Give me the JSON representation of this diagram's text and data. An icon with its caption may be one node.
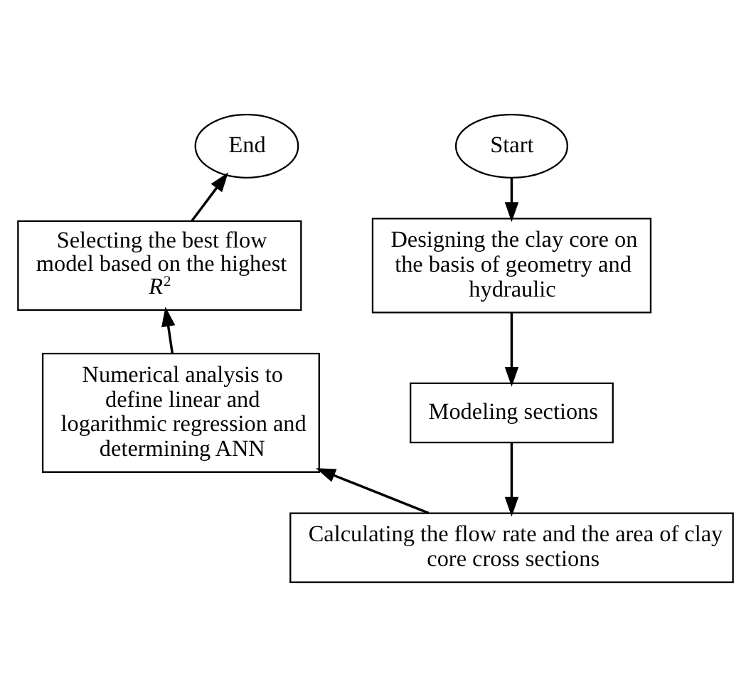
{
  "diagram": {
    "nodes": [
      {
        "text": [
          "End"
        ]
      },
      {
        "text": [
          "Start"
        ]
      },
      {
        "text": [
          "Selecting the best flow model based on the highest *R*$^{2}$"
        ]
      },
      {
        "text": [
          "Designing the clay core on the basis of geometry and hydraulic"
        ]
      },
      {
        "text": [
          "Numerical analysis to define linear and logarithmic regression and determining ANN"
        ]
      },
      {
        "text": [
          "Modeling sections"
        ]
      },
      {
        "text": [
          "Calculating the flow rate and the area of clay core cross sections"
        ]
      }
    ],
    "edges": [
      {
        "from": 1,
        "to": 3,
        "arrow": "to"
      },
      {
        "from": 3,
        "to": 5,
        "arrow": "to"
      },
      {
        "from": 5,
        "to": 6,
        "arrow": "to"
      },
      {
        "from": 6,
        "to": 4,
        "arrow": "to"
      },
      {
        "from": 4,
        "to": 2,
        "arrow": "to"
      },
      {
        "from": 2,
        "to": 0,
        "arrow": "to"
      }
    ]
  }
}
